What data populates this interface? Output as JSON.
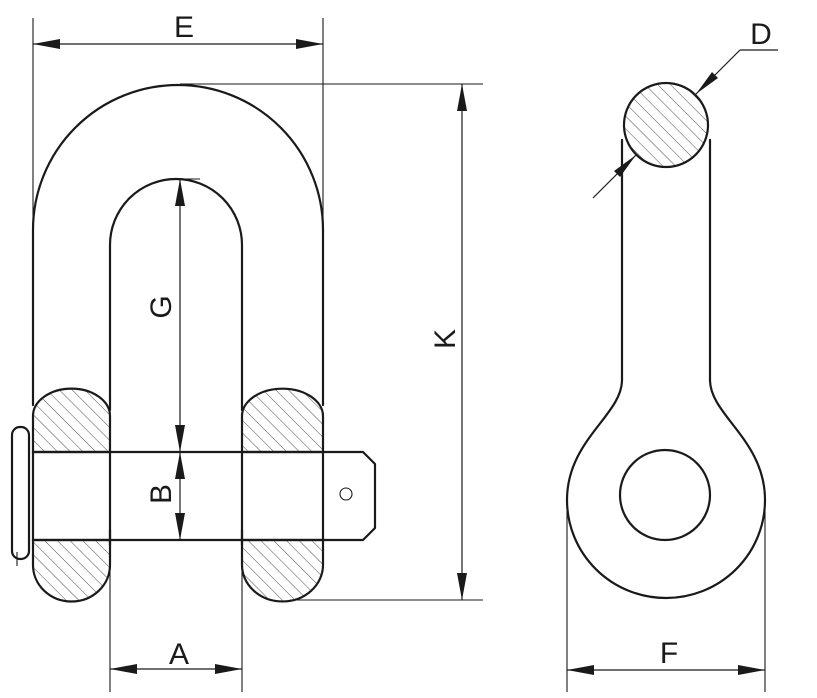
{
  "labels": {
    "E": "E",
    "G": "G",
    "B": "B",
    "A": "A",
    "K": "K",
    "D": "D",
    "F": "F"
  }
}
